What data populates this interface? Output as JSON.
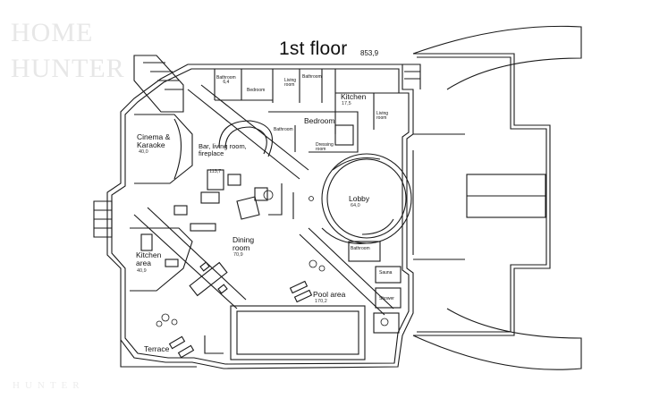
{
  "watermark": {
    "line1": "HOME",
    "line2": "HUNTER",
    "footer": "HUNTER"
  },
  "plan": {
    "title": "1st floor",
    "total_area": "853,9",
    "rooms": [
      {
        "key": "bathroom_top",
        "name": "Bathroom",
        "area": "6,4"
      },
      {
        "key": "bedroom_top",
        "name": "Bedroom",
        "area": ""
      },
      {
        "key": "living_top",
        "name": "Living room",
        "area": ""
      },
      {
        "key": "bathroom_top2",
        "name": "Bathroom",
        "area": ""
      },
      {
        "key": "kitchen",
        "name": "Kitchen",
        "area": "17,5"
      },
      {
        "key": "living_right",
        "name": "Living room",
        "area": ""
      },
      {
        "key": "bedroom",
        "name": "Bedroom",
        "area": ""
      },
      {
        "key": "bathroom_mid",
        "name": "Bathroom",
        "area": ""
      },
      {
        "key": "dressing",
        "name": "Dressing room",
        "area": ""
      },
      {
        "key": "cinema",
        "name": "Cinema & Karaoke",
        "area": "40,0"
      },
      {
        "key": "bar",
        "name": "Bar, living room, fireplace",
        "area": "113,7"
      },
      {
        "key": "lobby",
        "name": "Lobby",
        "area": "64,0"
      },
      {
        "key": "dining",
        "name": "Dining room",
        "area": "70,9"
      },
      {
        "key": "kitchen_area",
        "name": "Kitchen area",
        "area": "40,9"
      },
      {
        "key": "bathroom_low",
        "name": "Bathroom",
        "area": ""
      },
      {
        "key": "sauna",
        "name": "Sauna",
        "area": ""
      },
      {
        "key": "shower",
        "name": "Shower",
        "area": ""
      },
      {
        "key": "pool",
        "name": "Pool area",
        "area": "170,2"
      },
      {
        "key": "terrace",
        "name": "Terrace",
        "area": ""
      }
    ]
  }
}
